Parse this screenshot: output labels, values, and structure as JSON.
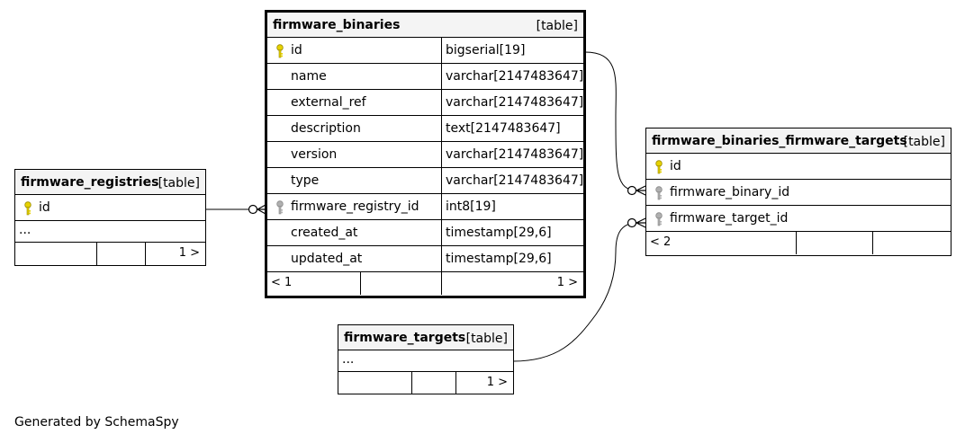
{
  "tables": {
    "firmware_binaries": {
      "name": "firmware_binaries",
      "type": "[table]",
      "rows": [
        {
          "column": "id",
          "type": "bigserial[19]",
          "key": "primary"
        },
        {
          "column": "name",
          "type": "varchar[2147483647]",
          "key": "none"
        },
        {
          "column": "external_ref",
          "type": "varchar[2147483647]",
          "key": "none"
        },
        {
          "column": "description",
          "type": "text[2147483647]",
          "key": "none"
        },
        {
          "column": "version",
          "type": "varchar[2147483647]",
          "key": "none"
        },
        {
          "column": "type",
          "type": "varchar[2147483647]",
          "key": "none"
        },
        {
          "column": "firmware_registry_id",
          "type": "int8[19]",
          "key": "foreign"
        },
        {
          "column": "created_at",
          "type": "timestamp[29,6]",
          "key": "none"
        },
        {
          "column": "updated_at",
          "type": "timestamp[29,6]",
          "key": "none"
        }
      ],
      "footer_left": "< 1",
      "footer_right": "1 >"
    },
    "firmware_registries": {
      "name": "firmware_registries",
      "type": "[table]",
      "rows": [
        {
          "column": "id",
          "key": "primary"
        }
      ],
      "ellipsis": "...",
      "footer_right": "1 >"
    },
    "firmware_binaries_firmware_targets": {
      "name": "firmware_binaries_firmware_targets",
      "type": "[table]",
      "rows": [
        {
          "column": "id",
          "key": "primary"
        },
        {
          "column": "firmware_binary_id",
          "key": "foreign"
        },
        {
          "column": "firmware_target_id",
          "key": "foreign"
        }
      ],
      "footer_left": "< 2"
    },
    "firmware_targets": {
      "name": "firmware_targets",
      "type": "[table]",
      "ellipsis": "...",
      "footer_right": "1 >"
    }
  },
  "relationships": [
    {
      "from": "firmware_binaries.firmware_registry_id",
      "to": "firmware_registries.id",
      "cardinality": "zero-or-many"
    },
    {
      "from": "firmware_binaries_firmware_targets.firmware_binary_id",
      "to": "firmware_binaries.id",
      "cardinality": "zero-or-many"
    },
    {
      "from": "firmware_binaries_firmware_targets.firmware_target_id",
      "to": "firmware_targets",
      "cardinality": "zero-or-many"
    }
  ],
  "colors": {
    "primary_key": "#e6d200",
    "foreign_key": "#b0b0b0",
    "header_bg": "#f4f4f4"
  },
  "key_icons": {
    "primary": "key-icon-primary",
    "foreign": "key-icon-foreign"
  },
  "credit": "Generated by SchemaSpy"
}
